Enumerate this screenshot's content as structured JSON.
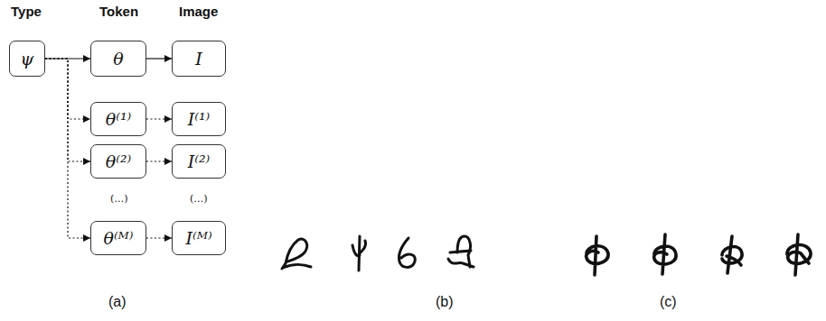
{
  "diagram": {
    "nodes": [
      {
        "text": [
          "ψ"
        ]
      },
      {
        "text": [
          "θ"
        ]
      },
      {
        "text": [
          "I"
        ]
      },
      {
        "text": [
          "θ⁽¹⁾"
        ]
      },
      {
        "text": [
          "I⁽¹⁾"
        ]
      },
      {
        "text": [
          "θ⁽²⁾"
        ]
      },
      {
        "text": [
          "I⁽²⁾"
        ]
      },
      {
        "text": [
          "θ⁽ᴹ⁾"
        ]
      },
      {
        "text": [
          "I⁽ᴹ⁾"
        ]
      }
    ],
    "edges": [
      {
        "from": 0,
        "to": 1,
        "arrow": "to"
      },
      {
        "from": 1,
        "to": 2,
        "arrow": "to"
      },
      {
        "from": 0,
        "to": 3,
        "arrow": "to"
      },
      {
        "from": 0,
        "to": 5,
        "arrow": "to"
      },
      {
        "from": 0,
        "to": 7,
        "arrow": "to"
      },
      {
        "from": 3,
        "to": 4,
        "arrow": "to"
      },
      {
        "from": 5,
        "to": 6,
        "arrow": "to"
      },
      {
        "from": 7,
        "to": 8,
        "arrow": "to"
      }
    ],
    "labels": [
      "Type",
      "Token",
      "Image",
      "(…)",
      "(…)",
      "(a)",
      "(b)",
      "(c)"
    ]
  }
}
